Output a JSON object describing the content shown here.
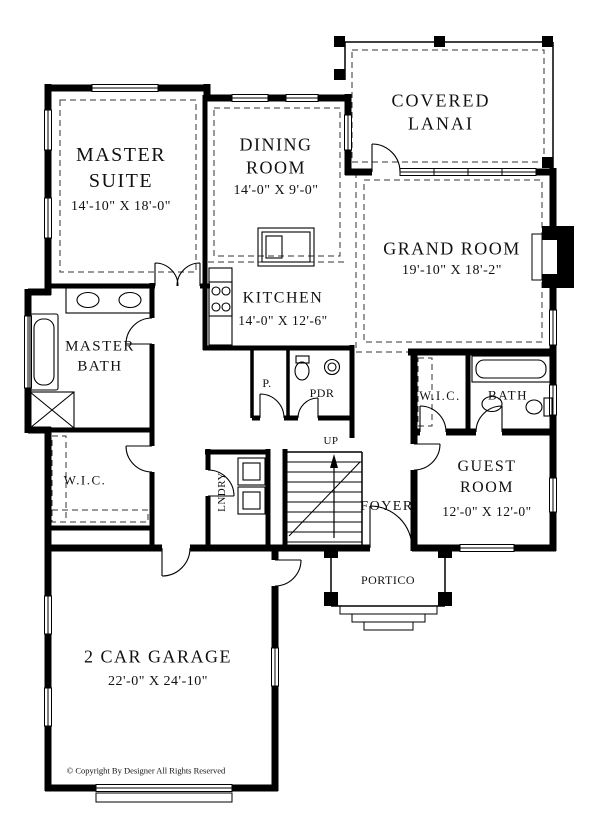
{
  "rooms": {
    "master_suite": {
      "name": "MASTER\nSUITE",
      "dims": "14'-10\" X 18'-0\""
    },
    "dining_room": {
      "name": "DINING\nROOM",
      "dims": "14'-0\" X 9'-0\""
    },
    "covered_lanai": {
      "name": "COVERED\nLANAI"
    },
    "grand_room": {
      "name": "GRAND ROOM",
      "dims": "19'-10\" X 18'-2\""
    },
    "kitchen": {
      "name": "KITCHEN",
      "dims": "14'-0\" X 12'-6\""
    },
    "master_bath": {
      "name": "MASTER\nBATH"
    },
    "wic_left": {
      "name": "W.I.C."
    },
    "pantry": {
      "name": "P."
    },
    "powder_room": {
      "name": "PDR"
    },
    "wic_right": {
      "name": "W.I.C."
    },
    "bath": {
      "name": "BATH"
    },
    "guest_room": {
      "name": "GUEST\nROOM",
      "dims": "12'-0\" X 12'-0\""
    },
    "laundry": {
      "name": "LNDRY"
    },
    "stairs": {
      "name": "UP"
    },
    "foyer": {
      "name": "FOYER"
    },
    "portico": {
      "name": "PORTICO"
    },
    "garage": {
      "name": "2 CAR GARAGE",
      "dims": "22'-0\" X 24'-10\""
    }
  },
  "meta": {
    "copyright": "© Copyright By Designer All Rights Reserved"
  },
  "colors": {
    "ink": "#000000",
    "paper": "#ffffff"
  }
}
